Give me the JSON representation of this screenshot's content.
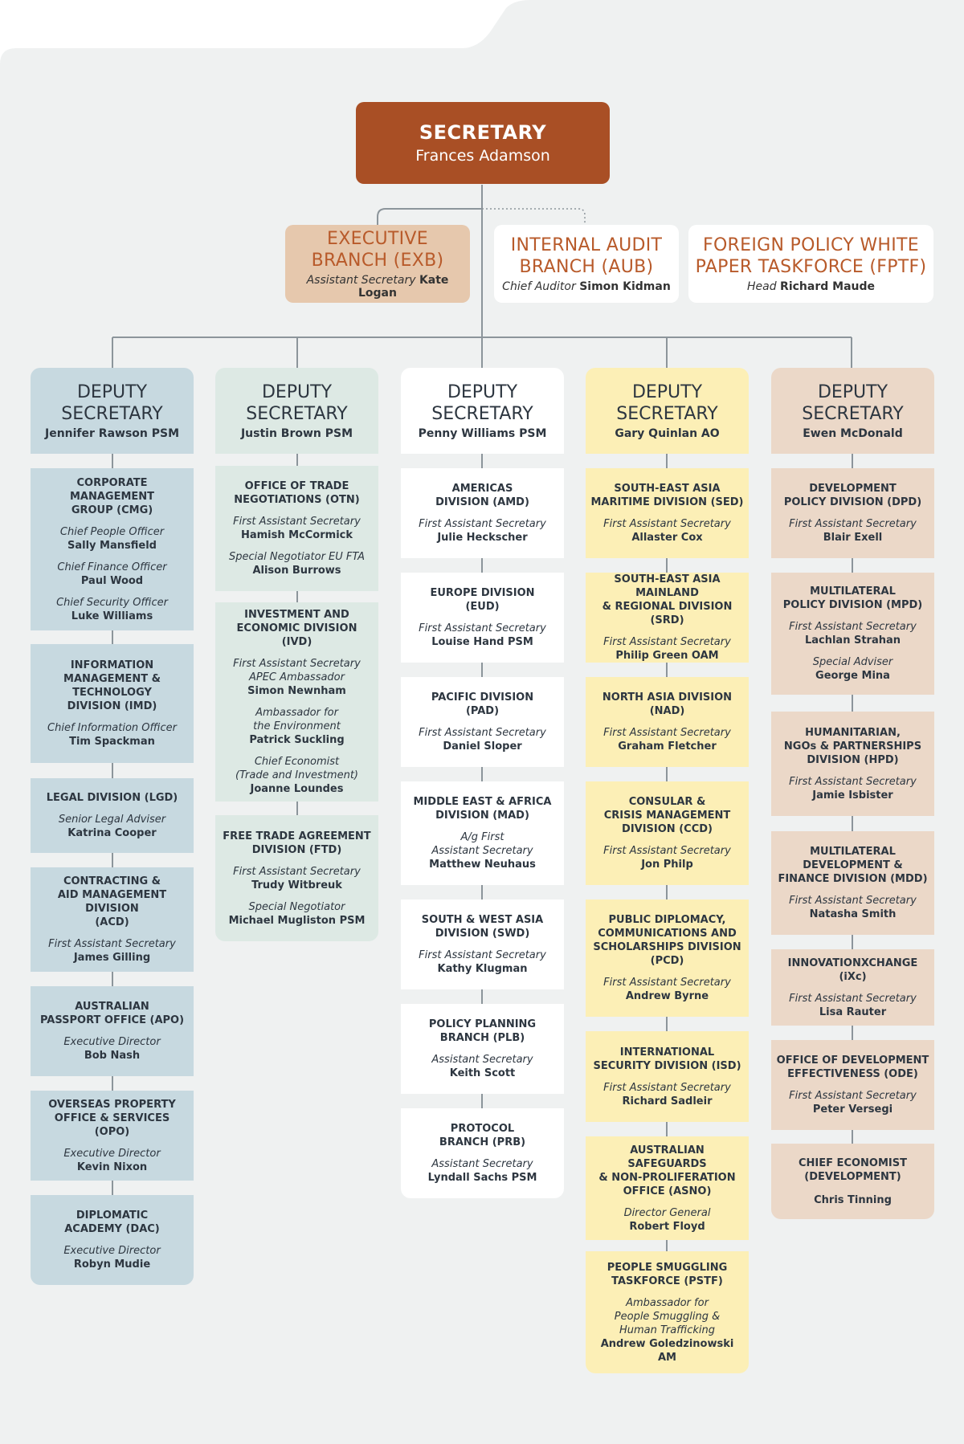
{
  "secretary": {
    "title": "SECRETARY",
    "name": "Frances Adamson"
  },
  "branches": [
    {
      "id": "exb",
      "title_lines": [
        "EXECUTIVE",
        "BRANCH (EXB)"
      ],
      "role": "Assistant Secretary",
      "name": "Kate Logan"
    },
    {
      "id": "aub",
      "title_lines": [
        "INTERNAL AUDIT",
        "BRANCH (AUB)"
      ],
      "role": "Chief Auditor",
      "name": "Simon Kidman"
    },
    {
      "id": "fptf",
      "title_lines": [
        "FOREIGN POLICY WHITE",
        "PAPER TASKFORCE (FPTF)"
      ],
      "role": "Head",
      "name": "Richard Maude"
    }
  ],
  "deputies": [
    {
      "title_lines": [
        "DEPUTY",
        "SECRETARY"
      ],
      "name": "Jennifer Rawson PSM",
      "color": "#c7d9e0",
      "divisions": [
        {
          "name_lines": [
            "CORPORATE MANAGEMENT",
            "GROUP (CMG)"
          ],
          "roles": [
            {
              "role": [
                "Chief People Officer"
              ],
              "person": "Sally Mansfield"
            },
            {
              "role": [
                "Chief Finance Officer"
              ],
              "person": "Paul Wood"
            },
            {
              "role": [
                "Chief Security Officer"
              ],
              "person": "Luke Williams"
            }
          ]
        },
        {
          "name_lines": [
            "INFORMATION",
            "MANAGEMENT &",
            "TECHNOLOGY",
            "DIVISION (IMD)"
          ],
          "roles": [
            {
              "role": [
                "Chief Information Officer"
              ],
              "person": "Tim Spackman"
            }
          ]
        },
        {
          "name_lines": [
            "LEGAL DIVISION (LGD)"
          ],
          "roles": [
            {
              "role": [
                "Senior Legal Adviser"
              ],
              "person": "Katrina Cooper"
            }
          ]
        },
        {
          "name_lines": [
            "CONTRACTING &",
            "AID MANAGEMENT DIVISION",
            "(ACD)"
          ],
          "roles": [
            {
              "role": [
                "First Assistant Secretary"
              ],
              "person": "James Gilling"
            }
          ]
        },
        {
          "name_lines": [
            "AUSTRALIAN",
            "PASSPORT OFFICE (APO)"
          ],
          "roles": [
            {
              "role": [
                "Executive Director"
              ],
              "person": "Bob Nash"
            }
          ]
        },
        {
          "name_lines": [
            "OVERSEAS PROPERTY",
            "OFFICE & SERVICES (OPO)"
          ],
          "roles": [
            {
              "role": [
                "Executive Director"
              ],
              "person": "Kevin Nixon"
            }
          ]
        },
        {
          "name_lines": [
            "DIPLOMATIC",
            "ACADEMY (DAC)"
          ],
          "roles": [
            {
              "role": [
                "Executive Director"
              ],
              "person": "Robyn Mudie"
            }
          ]
        }
      ]
    },
    {
      "title_lines": [
        "DEPUTY",
        "SECRETARY"
      ],
      "name": "Justin Brown PSM",
      "color": "#dde9e4",
      "divisions": [
        {
          "name_lines": [
            "OFFICE OF TRADE",
            "NEGOTIATIONS (OTN)"
          ],
          "roles": [
            {
              "role": [
                "First Assistant Secretary"
              ],
              "person": "Hamish McCormick"
            },
            {
              "role": [
                "Special Negotiator EU FTA"
              ],
              "person": "Alison Burrows"
            }
          ]
        },
        {
          "name_lines": [
            "INVESTMENT AND",
            "ECONOMIC DIVISION (IVD)"
          ],
          "roles": [
            {
              "role": [
                "First Assistant Secretary",
                "APEC Ambassador"
              ],
              "person": "Simon Newnham"
            },
            {
              "role": [
                "Ambassador for",
                "the Environment"
              ],
              "person": "Patrick Suckling"
            },
            {
              "role": [
                "Chief Economist",
                "(Trade and Investment)"
              ],
              "person": "Joanne Loundes"
            }
          ]
        },
        {
          "name_lines": [
            "FREE TRADE AGREEMENT",
            "DIVISION (FTD)"
          ],
          "roles": [
            {
              "role": [
                "First Assistant Secretary"
              ],
              "person": "Trudy Witbreuk"
            },
            {
              "role": [
                "Special Negotiator"
              ],
              "person": "Michael Mugliston PSM"
            }
          ]
        }
      ]
    },
    {
      "title_lines": [
        "DEPUTY",
        "SECRETARY"
      ],
      "name": "Penny Williams PSM",
      "color": "#ffffff",
      "divisions": [
        {
          "name_lines": [
            "AMERICAS",
            "DIVISION (AMD)"
          ],
          "roles": [
            {
              "role": [
                "First Assistant Secretary"
              ],
              "person": "Julie Heckscher"
            }
          ]
        },
        {
          "name_lines": [
            "EUROPE DIVISION",
            "(EUD)"
          ],
          "roles": [
            {
              "role": [
                "First Assistant Secretary"
              ],
              "person": "Louise Hand PSM"
            }
          ]
        },
        {
          "name_lines": [
            "PACIFIC DIVISION",
            "(PAD)"
          ],
          "roles": [
            {
              "role": [
                "First Assistant Secretary"
              ],
              "person": "Daniel Sloper"
            }
          ]
        },
        {
          "name_lines": [
            "MIDDLE EAST & AFRICA",
            "DIVISION (MAD)"
          ],
          "roles": [
            {
              "role": [
                "A/g First",
                "Assistant Secretary"
              ],
              "person": "Matthew Neuhaus"
            }
          ]
        },
        {
          "name_lines": [
            "SOUTH & WEST ASIA",
            "DIVISION (SWD)"
          ],
          "roles": [
            {
              "role": [
                "First Assistant Secretary"
              ],
              "person": "Kathy Klugman"
            }
          ]
        },
        {
          "name_lines": [
            "POLICY PLANNING",
            "BRANCH (PLB)"
          ],
          "roles": [
            {
              "role": [
                "Assistant Secretary"
              ],
              "person": "Keith Scott"
            }
          ]
        },
        {
          "name_lines": [
            "PROTOCOL",
            "BRANCH (PRB)"
          ],
          "roles": [
            {
              "role": [
                "Assistant Secretary"
              ],
              "person": "Lyndall Sachs PSM"
            }
          ]
        }
      ]
    },
    {
      "title_lines": [
        "DEPUTY",
        "SECRETARY"
      ],
      "name": "Gary Quinlan AO",
      "color": "#fcefb6",
      "divisions": [
        {
          "name_lines": [
            "SOUTH-EAST ASIA",
            "MARITIME DIVISION (SED)"
          ],
          "roles": [
            {
              "role": [
                "First Assistant Secretary"
              ],
              "person": "Allaster Cox"
            }
          ]
        },
        {
          "name_lines": [
            "SOUTH-EAST ASIA MAINLAND",
            "& REGIONAL DIVISION (SRD)"
          ],
          "roles": [
            {
              "role": [
                "First Assistant Secretary"
              ],
              "person": "Philip Green OAM"
            }
          ]
        },
        {
          "name_lines": [
            "NORTH ASIA DIVISION (NAD)"
          ],
          "roles": [
            {
              "role": [
                "First Assistant Secretary"
              ],
              "person": "Graham Fletcher"
            }
          ]
        },
        {
          "name_lines": [
            "CONSULAR &",
            "CRISIS MANAGEMENT",
            "DIVISION (CCD)"
          ],
          "roles": [
            {
              "role": [
                "First Assistant Secretary"
              ],
              "person": "Jon Philp"
            }
          ]
        },
        {
          "name_lines": [
            "PUBLIC DIPLOMACY,",
            "COMMUNICATIONS AND",
            "SCHOLARSHIPS DIVISION",
            "(PCD)"
          ],
          "roles": [
            {
              "role": [
                "First Assistant Secretary"
              ],
              "person": "Andrew Byrne"
            }
          ]
        },
        {
          "name_lines": [
            "INTERNATIONAL",
            "SECURITY DIVISION (ISD)"
          ],
          "roles": [
            {
              "role": [
                "First Assistant Secretary"
              ],
              "person": "Richard Sadleir"
            }
          ]
        },
        {
          "name_lines": [
            "AUSTRALIAN SAFEGUARDS",
            "& NON-PROLIFERATION",
            "OFFICE (ASNO)"
          ],
          "roles": [
            {
              "role": [
                "Director General"
              ],
              "person": "Robert Floyd"
            }
          ]
        },
        {
          "name_lines": [
            "PEOPLE SMUGGLING",
            "TASKFORCE (PSTF)"
          ],
          "roles": [
            {
              "role": [
                "Ambassador for",
                "People Smuggling &",
                "Human Trafficking"
              ],
              "person": "Andrew Goledzinowski AM"
            }
          ]
        }
      ]
    },
    {
      "title_lines": [
        "DEPUTY",
        "SECRETARY"
      ],
      "name": "Ewen McDonald",
      "color": "#ebd8c8",
      "divisions": [
        {
          "name_lines": [
            "DEVELOPMENT",
            "POLICY DIVISION (DPD)"
          ],
          "roles": [
            {
              "role": [
                "First Assistant Secretary"
              ],
              "person": "Blair Exell"
            }
          ]
        },
        {
          "name_lines": [
            "MULTILATERAL",
            "POLICY DIVISION (MPD)"
          ],
          "roles": [
            {
              "role": [
                "First Assistant Secretary"
              ],
              "person": "Lachlan Strahan"
            },
            {
              "role": [
                "Special Adviser"
              ],
              "person": "George Mina"
            }
          ]
        },
        {
          "name_lines": [
            "HUMANITARIAN,",
            "NGOs & PARTNERSHIPS",
            "DIVISION (HPD)"
          ],
          "roles": [
            {
              "role": [
                "First Assistant Secretary"
              ],
              "person": "Jamie Isbister"
            }
          ]
        },
        {
          "name_lines": [
            "MULTILATERAL",
            "DEVELOPMENT &",
            "FINANCE DIVISION (MDD)"
          ],
          "roles": [
            {
              "role": [
                "First Assistant Secretary"
              ],
              "person": "Natasha Smith"
            }
          ]
        },
        {
          "name_lines": [
            "INNOVATIONXCHANGE (iXc)"
          ],
          "roles": [
            {
              "role": [
                "First Assistant Secretary"
              ],
              "person": "Lisa Rauter"
            }
          ]
        },
        {
          "name_lines": [
            "OFFICE OF DEVELOPMENT",
            "EFFECTIVENESS (ODE)"
          ],
          "roles": [
            {
              "role": [
                "First Assistant Secretary"
              ],
              "person": "Peter Versegi"
            }
          ]
        },
        {
          "name_lines": [
            "CHIEF ECONOMIST",
            "(DEVELOPMENT)"
          ],
          "roles": [
            {
              "role": [],
              "person": "Chris Tinning"
            }
          ]
        }
      ]
    }
  ]
}
